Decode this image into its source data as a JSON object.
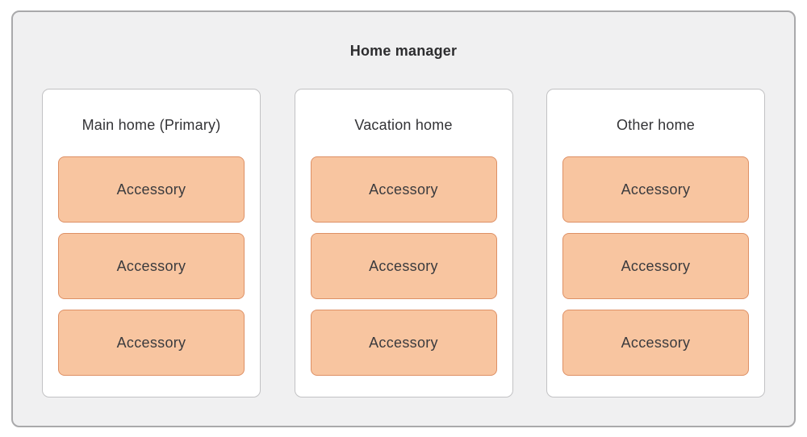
{
  "title": "Home manager",
  "accessory_label": "Accessory",
  "colors": {
    "outer_background": "#f0f0f1",
    "outer_border": "#a9a9ab",
    "card_background": "#ffffff",
    "card_border": "#c2c2c4",
    "accessory_fill": "#f8c5a0",
    "accessory_border": "#de9065",
    "text": "#2d2d2f"
  },
  "homes": [
    {
      "name": "Main home (Primary)",
      "accessories": [
        "Accessory",
        "Accessory",
        "Accessory"
      ]
    },
    {
      "name": "Vacation home",
      "accessories": [
        "Accessory",
        "Accessory",
        "Accessory"
      ]
    },
    {
      "name": "Other home",
      "accessories": [
        "Accessory",
        "Accessory",
        "Accessory"
      ]
    }
  ]
}
